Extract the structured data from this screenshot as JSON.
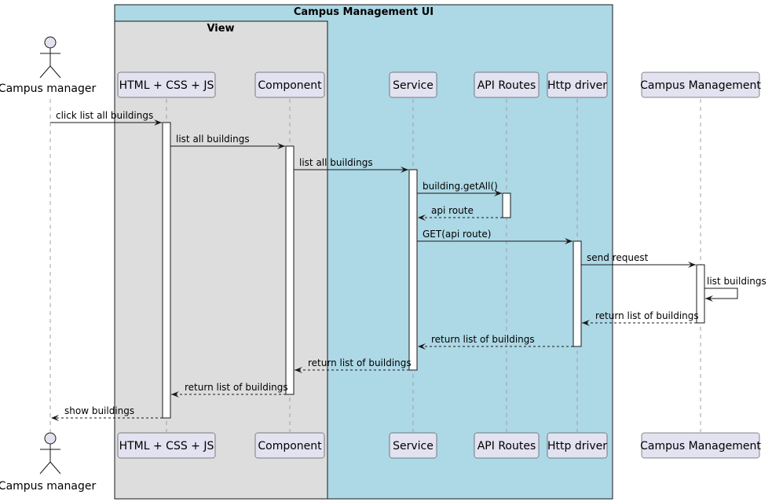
{
  "boxes": {
    "outer": {
      "title": "Campus Management UI",
      "color": "#add8e6"
    },
    "inner": {
      "title": "View",
      "color": "#dddddd"
    }
  },
  "participants": [
    {
      "id": "manager",
      "label": "Campus manager",
      "kind": "actor"
    },
    {
      "id": "html",
      "label": "HTML + CSS + JS",
      "kind": "participant"
    },
    {
      "id": "component",
      "label": "Component",
      "kind": "participant"
    },
    {
      "id": "service",
      "label": "Service",
      "kind": "participant"
    },
    {
      "id": "api",
      "label": "API Routes",
      "kind": "participant"
    },
    {
      "id": "http",
      "label": "Http driver",
      "kind": "participant"
    },
    {
      "id": "campus",
      "label": "Campus Management",
      "kind": "participant"
    }
  ],
  "messages": [
    {
      "from": "manager",
      "to": "html",
      "label": "click list all buildings",
      "style": "solid"
    },
    {
      "from": "html",
      "to": "component",
      "label": "list all buildings",
      "style": "solid"
    },
    {
      "from": "component",
      "to": "service",
      "label": "list all buildings",
      "style": "solid"
    },
    {
      "from": "service",
      "to": "api",
      "label": "building.getAll()",
      "style": "solid"
    },
    {
      "from": "api",
      "to": "service",
      "label": "api route",
      "style": "dashed"
    },
    {
      "from": "service",
      "to": "http",
      "label": "GET(api route)",
      "style": "solid"
    },
    {
      "from": "http",
      "to": "campus",
      "label": "send request",
      "style": "solid"
    },
    {
      "from": "campus",
      "to": "campus",
      "label": "list buildings",
      "style": "solid"
    },
    {
      "from": "campus",
      "to": "http",
      "label": "return list of buildings",
      "style": "dashed"
    },
    {
      "from": "http",
      "to": "service",
      "label": "return list of buildings",
      "style": "dashed"
    },
    {
      "from": "service",
      "to": "component",
      "label": "return list of buildings",
      "style": "dashed"
    },
    {
      "from": "component",
      "to": "html",
      "label": "return list of buildings",
      "style": "dashed"
    },
    {
      "from": "html",
      "to": "manager",
      "label": "show buildings",
      "style": "dashed"
    }
  ],
  "colors": {
    "participant_fill": "#e2e2f0",
    "line": "#181818",
    "lifeline": "#a0a0a0"
  }
}
